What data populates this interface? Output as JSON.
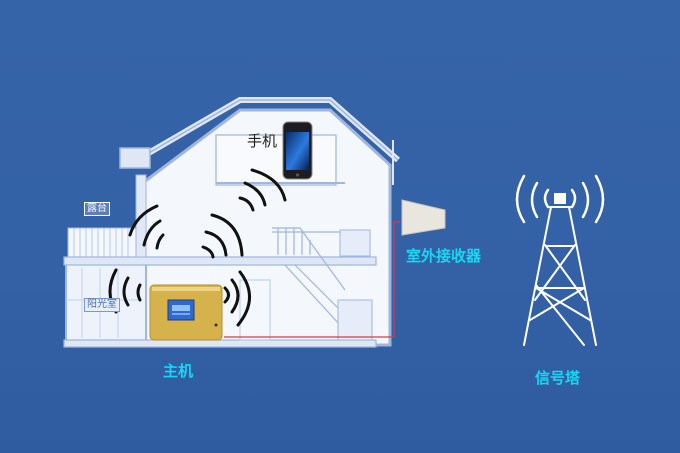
{
  "diagram": {
    "type": "signal-booster-installation",
    "colors": {
      "background": "#3461a6",
      "label_cyan": "#19d6f2",
      "house_fill": "#f4f7fc",
      "house_line": "#8aa6d6",
      "signal_waves": "#111111",
      "cable": "#d8394a",
      "tower": "#ffffff",
      "booster_gold": "#d4b04a"
    },
    "labels": {
      "phone": "手机",
      "booster": "主机",
      "outdoor_antenna": "室外接收器",
      "tower": "信号塔",
      "terrace": "露台",
      "sunroom": "阳光室"
    },
    "components": [
      {
        "id": "tower",
        "label": "信号塔",
        "icon": "cell-tower-icon"
      },
      {
        "id": "outdoor_antenna",
        "label": "室外接收器",
        "icon": "panel-antenna-icon"
      },
      {
        "id": "booster",
        "label": "主机",
        "icon": "signal-booster-icon"
      },
      {
        "id": "phone",
        "label": "手机",
        "icon": "smartphone-icon"
      }
    ],
    "connections": [
      {
        "from": "outdoor_antenna",
        "to": "booster",
        "type": "cable"
      }
    ]
  }
}
